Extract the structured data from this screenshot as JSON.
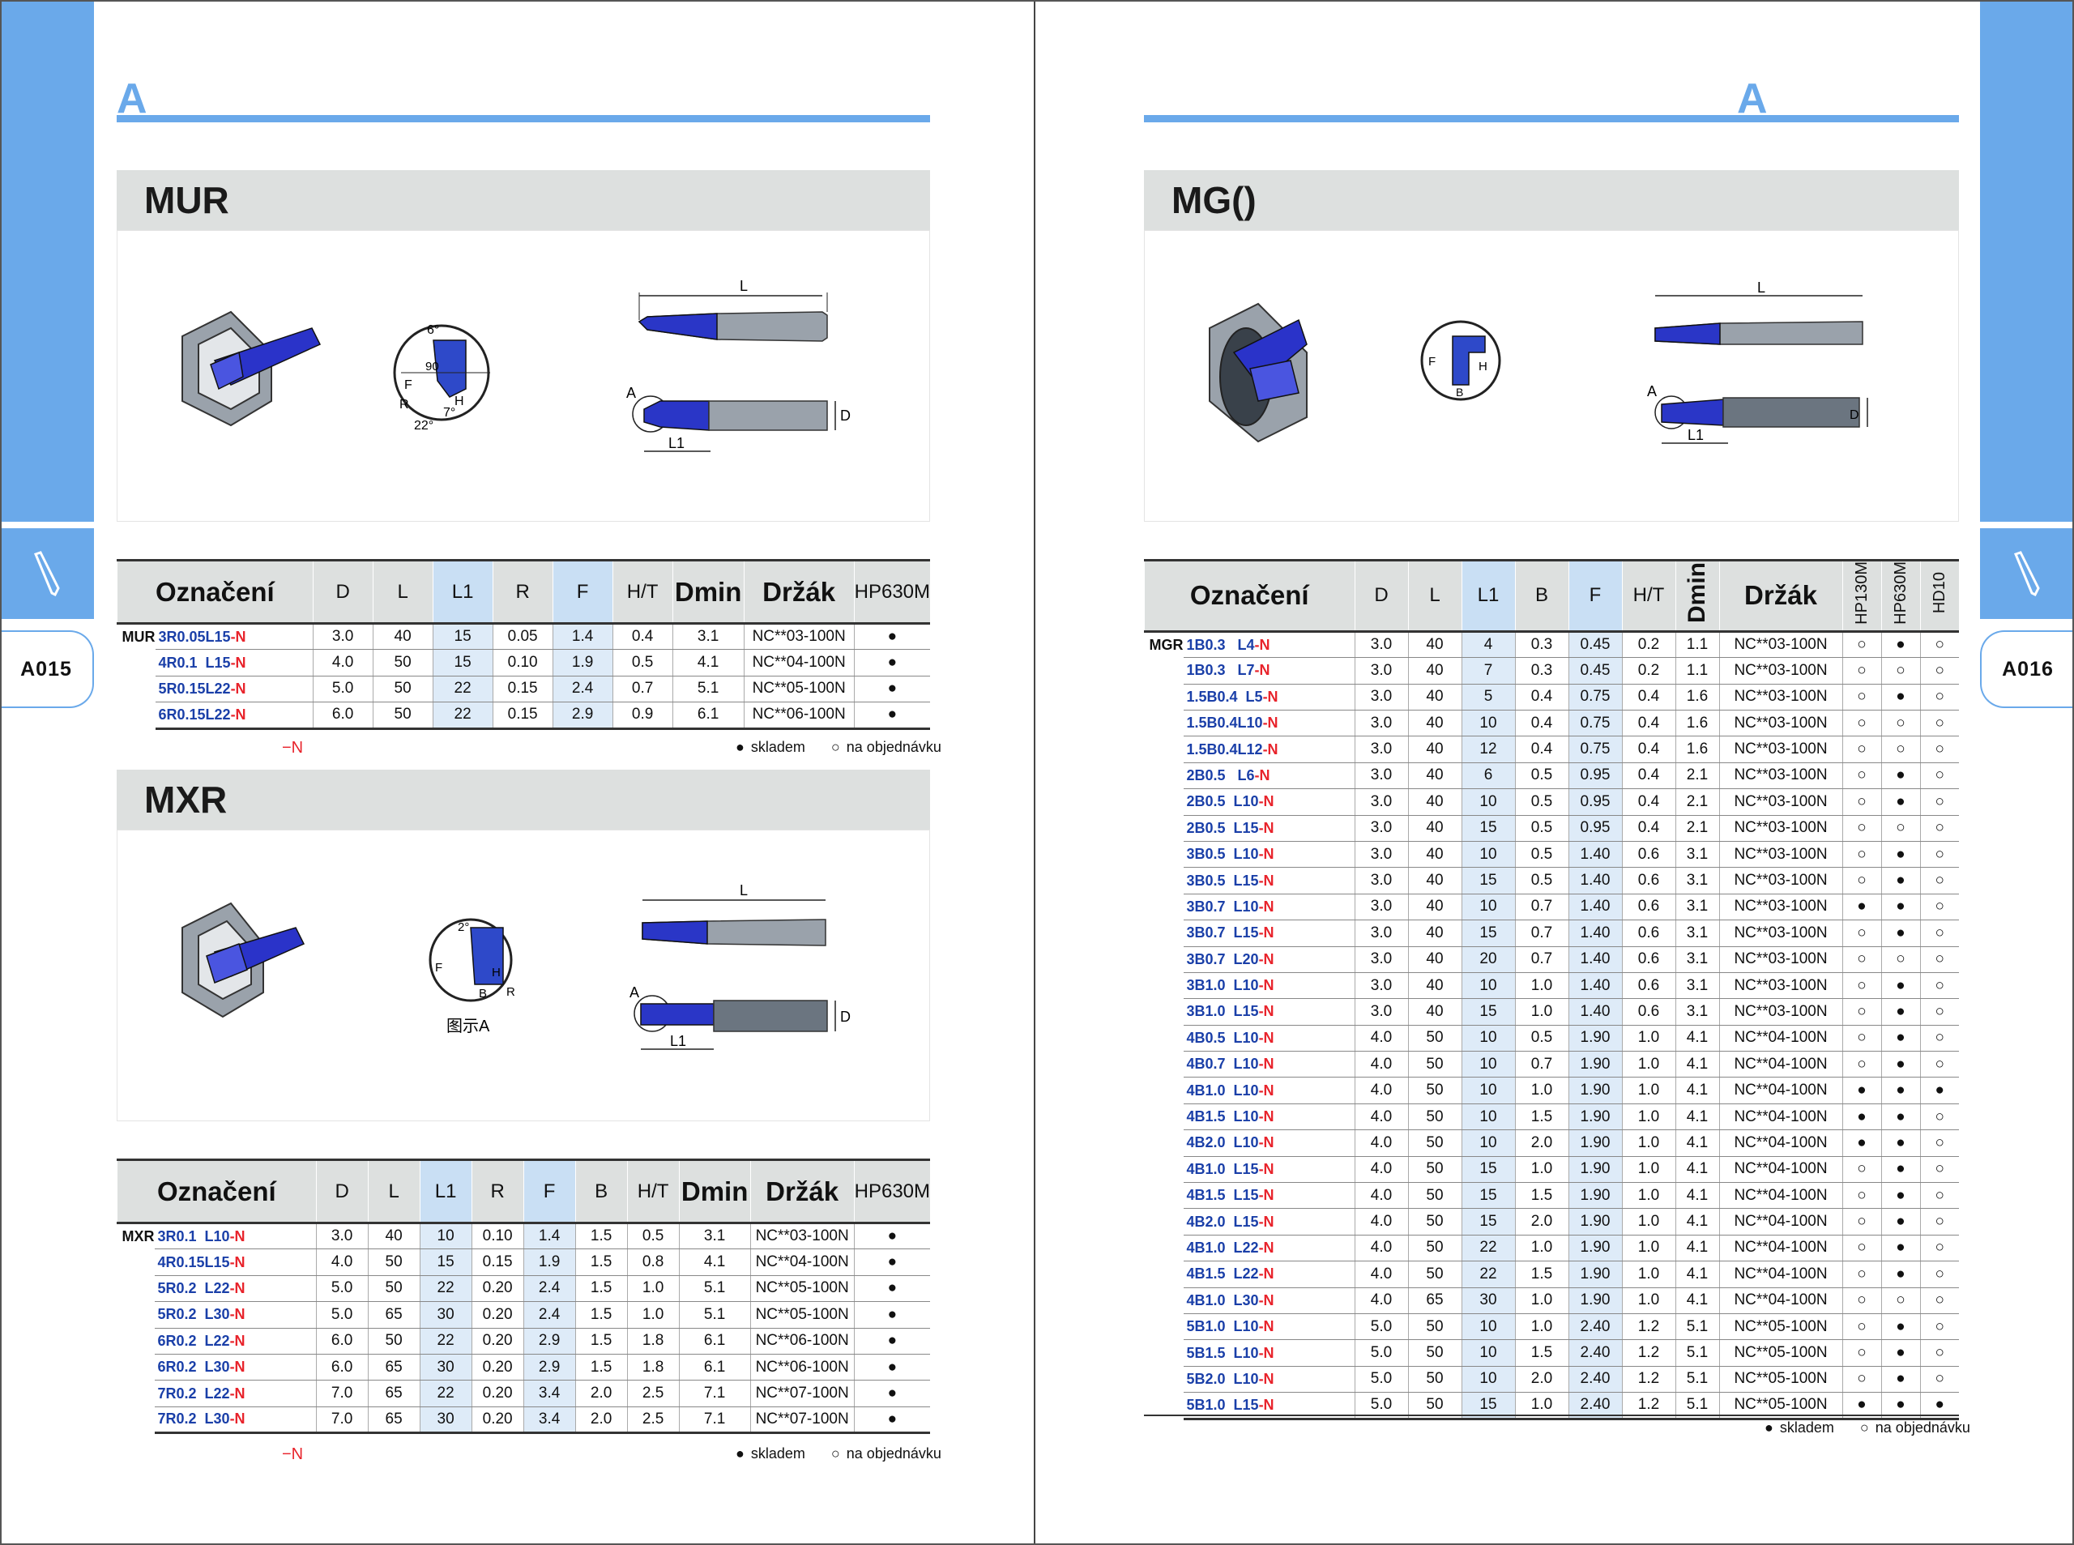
{
  "pages": {
    "left": {
      "section_letter": "A",
      "page_number": "A015"
    },
    "right": {
      "section_letter": "A",
      "page_number": "A016"
    }
  },
  "legend": {
    "in_stock": "skladem",
    "on_order": "na objednávku",
    "filled": "●",
    "open": "○"
  },
  "suffix_note": "−N",
  "mur": {
    "title": "MUR",
    "series": "MUR",
    "headers": [
      "Označení",
      "D",
      "L",
      "L1",
      "R",
      "F",
      "H/T",
      "Dmin",
      "Držák",
      "HP630M"
    ],
    "rows": [
      {
        "code": "3R0.05L15",
        "sfx": "-N",
        "D": "3.0",
        "L": "40",
        "L1": "15",
        "R": "0.05",
        "F": "1.4",
        "HT": "0.4",
        "Dmin": "3.1",
        "holder": "NC**03-100N",
        "g1": "●"
      },
      {
        "code": "4R0.1  L15",
        "sfx": "-N",
        "D": "4.0",
        "L": "50",
        "L1": "15",
        "R": "0.10",
        "F": "1.9",
        "HT": "0.5",
        "Dmin": "4.1",
        "holder": "NC**04-100N",
        "g1": "●"
      },
      {
        "code": "5R0.15L22",
        "sfx": "-N",
        "D": "5.0",
        "L": "50",
        "L1": "22",
        "R": "0.15",
        "F": "2.4",
        "HT": "0.7",
        "Dmin": "5.1",
        "holder": "NC**05-100N",
        "g1": "●"
      },
      {
        "code": "6R0.15L22",
        "sfx": "-N",
        "D": "6.0",
        "L": "50",
        "L1": "22",
        "R": "0.15",
        "F": "2.9",
        "HT": "0.9",
        "Dmin": "6.1",
        "holder": "NC**06-100N",
        "g1": "●"
      }
    ]
  },
  "mxr": {
    "title": "MXR",
    "series": "MXR",
    "caption": "图示A",
    "headers": [
      "Označení",
      "D",
      "L",
      "L1",
      "R",
      "F",
      "B",
      "H/T",
      "Dmin",
      "Držák",
      "HP630M"
    ],
    "rows": [
      {
        "code": "3R0.1  L10",
        "sfx": "-N",
        "D": "3.0",
        "L": "40",
        "L1": "10",
        "R": "0.10",
        "F": "1.4",
        "B": "1.5",
        "HT": "0.5",
        "Dmin": "3.1",
        "holder": "NC**03-100N",
        "g1": "●"
      },
      {
        "code": "4R0.15L15",
        "sfx": "-N",
        "D": "4.0",
        "L": "50",
        "L1": "15",
        "R": "0.15",
        "F": "1.9",
        "B": "1.5",
        "HT": "0.8",
        "Dmin": "4.1",
        "holder": "NC**04-100N",
        "g1": "●"
      },
      {
        "code": "5R0.2  L22",
        "sfx": "-N",
        "D": "5.0",
        "L": "50",
        "L1": "22",
        "R": "0.20",
        "F": "2.4",
        "B": "1.5",
        "HT": "1.0",
        "Dmin": "5.1",
        "holder": "NC**05-100N",
        "g1": "●"
      },
      {
        "code": "5R0.2  L30",
        "sfx": "-N",
        "D": "5.0",
        "L": "65",
        "L1": "30",
        "R": "0.20",
        "F": "2.4",
        "B": "1.5",
        "HT": "1.0",
        "Dmin": "5.1",
        "holder": "NC**05-100N",
        "g1": "●"
      },
      {
        "code": "6R0.2  L22",
        "sfx": "-N",
        "D": "6.0",
        "L": "50",
        "L1": "22",
        "R": "0.20",
        "F": "2.9",
        "B": "1.5",
        "HT": "1.8",
        "Dmin": "6.1",
        "holder": "NC**06-100N",
        "g1": "●"
      },
      {
        "code": "6R0.2  L30",
        "sfx": "-N",
        "D": "6.0",
        "L": "65",
        "L1": "30",
        "R": "0.20",
        "F": "2.9",
        "B": "1.5",
        "HT": "1.8",
        "Dmin": "6.1",
        "holder": "NC**06-100N",
        "g1": "●"
      },
      {
        "code": "7R0.2  L22",
        "sfx": "-N",
        "D": "7.0",
        "L": "65",
        "L1": "22",
        "R": "0.20",
        "F": "3.4",
        "B": "2.0",
        "HT": "2.5",
        "Dmin": "7.1",
        "holder": "NC**07-100N",
        "g1": "●"
      },
      {
        "code": "7R0.2  L30",
        "sfx": "-N",
        "D": "7.0",
        "L": "65",
        "L1": "30",
        "R": "0.20",
        "F": "3.4",
        "B": "2.0",
        "HT": "2.5",
        "Dmin": "7.1",
        "holder": "NC**07-100N",
        "g1": "●"
      }
    ]
  },
  "mg": {
    "title": "MG()",
    "series": "MGR",
    "headers": [
      "Označení",
      "D",
      "L",
      "L1",
      "B",
      "F",
      "H/T",
      "Dmin",
      "Držák",
      "HP130M",
      "HP630M",
      "HD10"
    ],
    "rows": [
      {
        "code": "1B0.3   L4",
        "sfx": "-N",
        "D": "3.0",
        "L": "40",
        "L1": "4",
        "B": "0.3",
        "F": "0.45",
        "HT": "0.2",
        "Dmin": "1.1",
        "holder": "NC**03-100N",
        "g1": "○",
        "g2": "●",
        "g3": "○"
      },
      {
        "code": "1B0.3   L7",
        "sfx": "-N",
        "D": "3.0",
        "L": "40",
        "L1": "7",
        "B": "0.3",
        "F": "0.45",
        "HT": "0.2",
        "Dmin": "1.1",
        "holder": "NC**03-100N",
        "g1": "○",
        "g2": "○",
        "g3": "○"
      },
      {
        "code": "1.5B0.4  L5",
        "sfx": "-N",
        "D": "3.0",
        "L": "40",
        "L1": "5",
        "B": "0.4",
        "F": "0.75",
        "HT": "0.4",
        "Dmin": "1.6",
        "holder": "NC**03-100N",
        "g1": "○",
        "g2": "●",
        "g3": "○"
      },
      {
        "code": "1.5B0.4L10",
        "sfx": "-N",
        "D": "3.0",
        "L": "40",
        "L1": "10",
        "B": "0.4",
        "F": "0.75",
        "HT": "0.4",
        "Dmin": "1.6",
        "holder": "NC**03-100N",
        "g1": "○",
        "g2": "○",
        "g3": "○"
      },
      {
        "code": "1.5B0.4L12",
        "sfx": "-N",
        "D": "3.0",
        "L": "40",
        "L1": "12",
        "B": "0.4",
        "F": "0.75",
        "HT": "0.4",
        "Dmin": "1.6",
        "holder": "NC**03-100N",
        "g1": "○",
        "g2": "○",
        "g3": "○"
      },
      {
        "code": "2B0.5   L6",
        "sfx": "-N",
        "D": "3.0",
        "L": "40",
        "L1": "6",
        "B": "0.5",
        "F": "0.95",
        "HT": "0.4",
        "Dmin": "2.1",
        "holder": "NC**03-100N",
        "g1": "○",
        "g2": "●",
        "g3": "○"
      },
      {
        "code": "2B0.5  L10",
        "sfx": "-N",
        "D": "3.0",
        "L": "40",
        "L1": "10",
        "B": "0.5",
        "F": "0.95",
        "HT": "0.4",
        "Dmin": "2.1",
        "holder": "NC**03-100N",
        "g1": "○",
        "g2": "●",
        "g3": "○"
      },
      {
        "code": "2B0.5  L15",
        "sfx": "-N",
        "D": "3.0",
        "L": "40",
        "L1": "15",
        "B": "0.5",
        "F": "0.95",
        "HT": "0.4",
        "Dmin": "2.1",
        "holder": "NC**03-100N",
        "g1": "○",
        "g2": "○",
        "g3": "○"
      },
      {
        "code": "3B0.5  L10",
        "sfx": "-N",
        "D": "3.0",
        "L": "40",
        "L1": "10",
        "B": "0.5",
        "F": "1.40",
        "HT": "0.6",
        "Dmin": "3.1",
        "holder": "NC**03-100N",
        "g1": "○",
        "g2": "●",
        "g3": "○"
      },
      {
        "code": "3B0.5  L15",
        "sfx": "-N",
        "D": "3.0",
        "L": "40",
        "L1": "15",
        "B": "0.5",
        "F": "1.40",
        "HT": "0.6",
        "Dmin": "3.1",
        "holder": "NC**03-100N",
        "g1": "○",
        "g2": "●",
        "g3": "○"
      },
      {
        "code": "3B0.7  L10",
        "sfx": "-N",
        "D": "3.0",
        "L": "40",
        "L1": "10",
        "B": "0.7",
        "F": "1.40",
        "HT": "0.6",
        "Dmin": "3.1",
        "holder": "NC**03-100N",
        "g1": "●",
        "g2": "●",
        "g3": "○"
      },
      {
        "code": "3B0.7  L15",
        "sfx": "-N",
        "D": "3.0",
        "L": "40",
        "L1": "15",
        "B": "0.7",
        "F": "1.40",
        "HT": "0.6",
        "Dmin": "3.1",
        "holder": "NC**03-100N",
        "g1": "○",
        "g2": "●",
        "g3": "○"
      },
      {
        "code": "3B0.7  L20",
        "sfx": "-N",
        "D": "3.0",
        "L": "40",
        "L1": "20",
        "B": "0.7",
        "F": "1.40",
        "HT": "0.6",
        "Dmin": "3.1",
        "holder": "NC**03-100N",
        "g1": "○",
        "g2": "○",
        "g3": "○"
      },
      {
        "code": "3B1.0  L10",
        "sfx": "-N",
        "D": "3.0",
        "L": "40",
        "L1": "10",
        "B": "1.0",
        "F": "1.40",
        "HT": "0.6",
        "Dmin": "3.1",
        "holder": "NC**03-100N",
        "g1": "○",
        "g2": "●",
        "g3": "○"
      },
      {
        "code": "3B1.0  L15",
        "sfx": "-N",
        "D": "3.0",
        "L": "40",
        "L1": "15",
        "B": "1.0",
        "F": "1.40",
        "HT": "0.6",
        "Dmin": "3.1",
        "holder": "NC**03-100N",
        "g1": "○",
        "g2": "●",
        "g3": "○"
      },
      {
        "code": "4B0.5  L10",
        "sfx": "-N",
        "D": "4.0",
        "L": "50",
        "L1": "10",
        "B": "0.5",
        "F": "1.90",
        "HT": "1.0",
        "Dmin": "4.1",
        "holder": "NC**04-100N",
        "g1": "○",
        "g2": "●",
        "g3": "○"
      },
      {
        "code": "4B0.7  L10",
        "sfx": "-N",
        "D": "4.0",
        "L": "50",
        "L1": "10",
        "B": "0.7",
        "F": "1.90",
        "HT": "1.0",
        "Dmin": "4.1",
        "holder": "NC**04-100N",
        "g1": "○",
        "g2": "●",
        "g3": "○"
      },
      {
        "code": "4B1.0  L10",
        "sfx": "-N",
        "D": "4.0",
        "L": "50",
        "L1": "10",
        "B": "1.0",
        "F": "1.90",
        "HT": "1.0",
        "Dmin": "4.1",
        "holder": "NC**04-100N",
        "g1": "●",
        "g2": "●",
        "g3": "●"
      },
      {
        "code": "4B1.5  L10",
        "sfx": "-N",
        "D": "4.0",
        "L": "50",
        "L1": "10",
        "B": "1.5",
        "F": "1.90",
        "HT": "1.0",
        "Dmin": "4.1",
        "holder": "NC**04-100N",
        "g1": "●",
        "g2": "●",
        "g3": "○"
      },
      {
        "code": "4B2.0  L10",
        "sfx": "-N",
        "D": "4.0",
        "L": "50",
        "L1": "10",
        "B": "2.0",
        "F": "1.90",
        "HT": "1.0",
        "Dmin": "4.1",
        "holder": "NC**04-100N",
        "g1": "●",
        "g2": "●",
        "g3": "○"
      },
      {
        "code": "4B1.0  L15",
        "sfx": "-N",
        "D": "4.0",
        "L": "50",
        "L1": "15",
        "B": "1.0",
        "F": "1.90",
        "HT": "1.0",
        "Dmin": "4.1",
        "holder": "NC**04-100N",
        "g1": "○",
        "g2": "●",
        "g3": "○"
      },
      {
        "code": "4B1.5  L15",
        "sfx": "-N",
        "D": "4.0",
        "L": "50",
        "L1": "15",
        "B": "1.5",
        "F": "1.90",
        "HT": "1.0",
        "Dmin": "4.1",
        "holder": "NC**04-100N",
        "g1": "○",
        "g2": "●",
        "g3": "○"
      },
      {
        "code": "4B2.0  L15",
        "sfx": "-N",
        "D": "4.0",
        "L": "50",
        "L1": "15",
        "B": "2.0",
        "F": "1.90",
        "HT": "1.0",
        "Dmin": "4.1",
        "holder": "NC**04-100N",
        "g1": "○",
        "g2": "●",
        "g3": "○"
      },
      {
        "code": "4B1.0  L22",
        "sfx": "-N",
        "D": "4.0",
        "L": "50",
        "L1": "22",
        "B": "1.0",
        "F": "1.90",
        "HT": "1.0",
        "Dmin": "4.1",
        "holder": "NC**04-100N",
        "g1": "○",
        "g2": "●",
        "g3": "○"
      },
      {
        "code": "4B1.5  L22",
        "sfx": "-N",
        "D": "4.0",
        "L": "50",
        "L1": "22",
        "B": "1.5",
        "F": "1.90",
        "HT": "1.0",
        "Dmin": "4.1",
        "holder": "NC**04-100N",
        "g1": "○",
        "g2": "●",
        "g3": "○"
      },
      {
        "code": "4B1.0  L30",
        "sfx": "-N",
        "D": "4.0",
        "L": "65",
        "L1": "30",
        "B": "1.0",
        "F": "1.90",
        "HT": "1.0",
        "Dmin": "4.1",
        "holder": "NC**04-100N",
        "g1": "○",
        "g2": "○",
        "g3": "○"
      },
      {
        "code": "5B1.0  L10",
        "sfx": "-N",
        "D": "5.0",
        "L": "50",
        "L1": "10",
        "B": "1.0",
        "F": "2.40",
        "HT": "1.2",
        "Dmin": "5.1",
        "holder": "NC**05-100N",
        "g1": "○",
        "g2": "●",
        "g3": "○"
      },
      {
        "code": "5B1.5  L10",
        "sfx": "-N",
        "D": "5.0",
        "L": "50",
        "L1": "10",
        "B": "1.5",
        "F": "2.40",
        "HT": "1.2",
        "Dmin": "5.1",
        "holder": "NC**05-100N",
        "g1": "○",
        "g2": "●",
        "g3": "○"
      },
      {
        "code": "5B2.0  L10",
        "sfx": "-N",
        "D": "5.0",
        "L": "50",
        "L1": "10",
        "B": "2.0",
        "F": "2.40",
        "HT": "1.2",
        "Dmin": "5.1",
        "holder": "NC**05-100N",
        "g1": "○",
        "g2": "●",
        "g3": "○"
      },
      {
        "code": "5B1.0  L15",
        "sfx": "-N",
        "D": "5.0",
        "L": "50",
        "L1": "15",
        "B": "1.0",
        "F": "2.40",
        "HT": "1.2",
        "Dmin": "5.1",
        "holder": "NC**05-100N",
        "g1": "●",
        "g2": "●",
        "g3": "●"
      }
    ]
  },
  "diagram_labels": {
    "L": "L",
    "L1": "L1",
    "D": "D",
    "A": "A",
    "F": "F",
    "H": "H",
    "R": "R",
    "B": "B",
    "ang6": "6°",
    "ang90": "90",
    "ang7": "7°",
    "ang22": "22°",
    "ang2": "2°"
  }
}
